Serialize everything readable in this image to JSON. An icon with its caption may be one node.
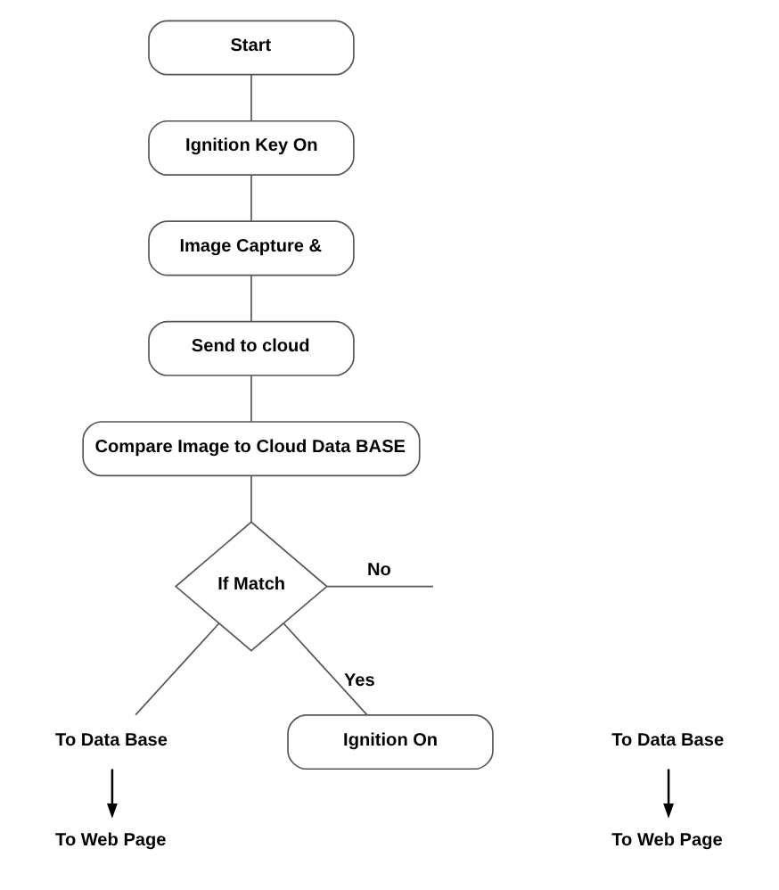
{
  "diagram": {
    "nodes": [
      {
        "text": [
          "Start"
        ]
      },
      {
        "text": [
          "Ignition Key On"
        ]
      },
      {
        "text": [
          "Image Capture &"
        ]
      },
      {
        "text": [
          "Send to cloud"
        ]
      },
      {
        "text": [
          "Compare Image to Cloud Data BASE"
        ]
      },
      {
        "text": [
          "If Match"
        ]
      },
      {
        "text": [
          "Ignition On"
        ]
      },
      {
        "text": [
          "To Data Base"
        ]
      },
      {
        "text": [
          "To Web Page"
        ]
      },
      {
        "text": [
          "To Data Base"
        ]
      },
      {
        "text": [
          "To Web Page"
        ]
      }
    ],
    "edges": [
      {
        "from": 0,
        "to": 1,
        "arrow": "none"
      },
      {
        "from": 1,
        "to": 2,
        "arrow": "none"
      },
      {
        "from": 2,
        "to": 3,
        "arrow": "none"
      },
      {
        "from": 3,
        "to": 4,
        "arrow": "none"
      },
      {
        "from": 4,
        "to": 5,
        "arrow": "none"
      },
      {
        "from": 5,
        "to": null,
        "arrow": "none",
        "label": "No"
      },
      {
        "from": 5,
        "to": 6,
        "arrow": "none",
        "label": "Yes"
      },
      {
        "from": 5,
        "to": 9,
        "arrow": "none"
      },
      {
        "from": 7,
        "to": 8,
        "arrow": "to"
      },
      {
        "from": 9,
        "to": 10,
        "arrow": "to"
      }
    ]
  }
}
